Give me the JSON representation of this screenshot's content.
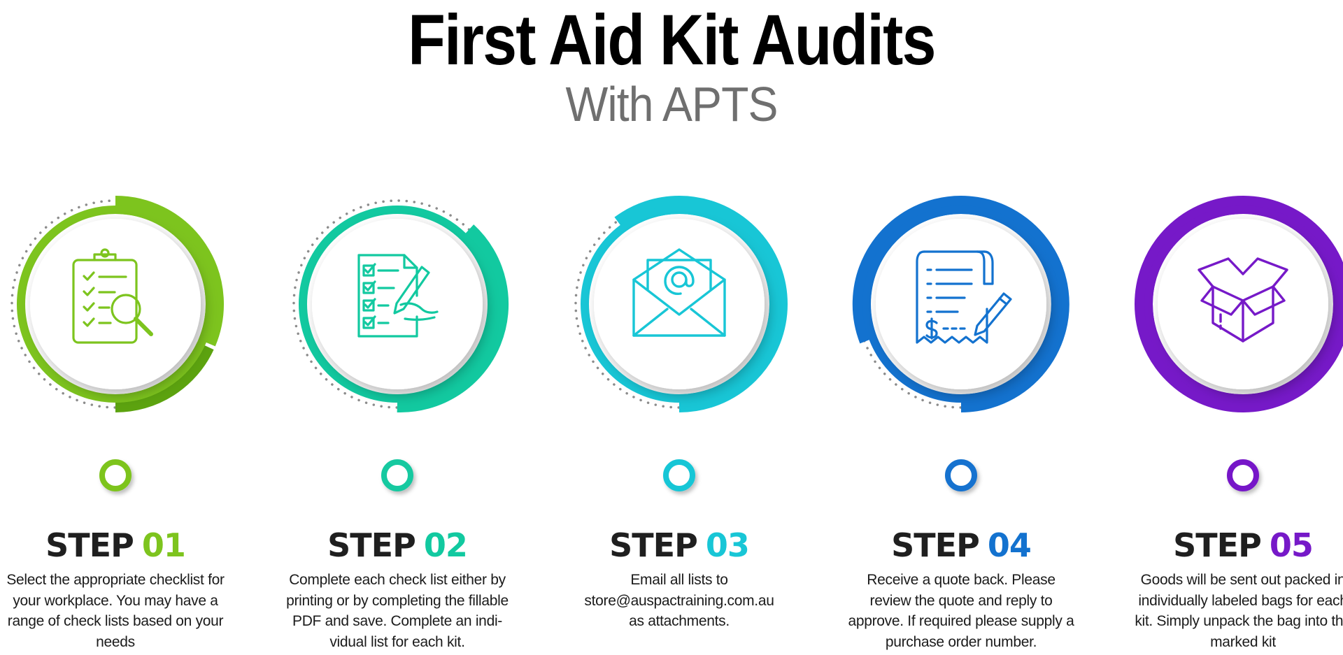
{
  "header": {
    "title": "First Aid Kit Audits",
    "subtitle": "With APTS"
  },
  "steps": [
    {
      "word": "STEP",
      "number": "01",
      "color": "#7dc41e",
      "icon": "clipboard-checklist-magnifier-icon",
      "lines": [
        "Select the appropriate checklist for",
        "your workplace. You may have a",
        "range of check lists based on your",
        "needs"
      ]
    },
    {
      "word": "STEP",
      "number": "02",
      "color": "#12c9a0",
      "icon": "checklist-pen-hand-icon",
      "lines": [
        "Complete each check list either by",
        "printing or by completing the fillable",
        "PDF and save. Complete an indi-",
        "vidual list for each kit."
      ]
    },
    {
      "word": "STEP",
      "number": "03",
      "color": "#18c6d6",
      "icon": "email-envelope-at-icon",
      "lines": [
        "Email all lists to",
        "store@auspactraining.com.au",
        "as attachments."
      ]
    },
    {
      "word": "STEP",
      "number": "04",
      "color": "#1372cf",
      "icon": "receipt-dollar-pen-icon",
      "lines": [
        "Receive a quote back. Please",
        "review the quote and reply to",
        "approve. If required please supply a",
        "purchase order number."
      ]
    },
    {
      "word": "STEP",
      "number": "05",
      "color": "#7619c8",
      "icon": "open-box-icon",
      "lines": [
        "Goods will be sent out packed in",
        "individually labeled bags for each",
        "kit. Simply unpack the bag into the",
        "marked kit"
      ]
    }
  ]
}
